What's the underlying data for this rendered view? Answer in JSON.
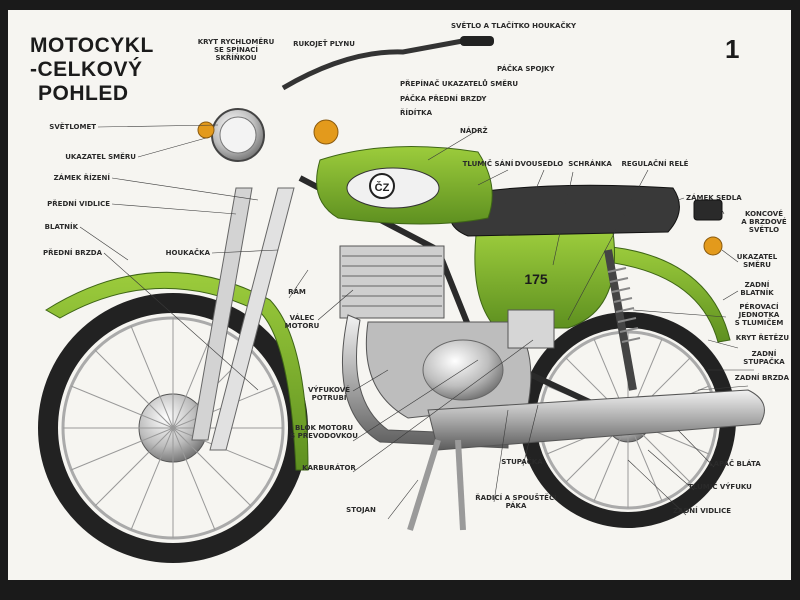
{
  "title": {
    "line1": "MOTOCYKL",
    "line2": "-CELKOVÝ",
    "line3": "POHLED"
  },
  "plate_number": "1",
  "badge": "175",
  "tank_logo": "ČZ",
  "colors": {
    "body_green": "#7db22c",
    "dark_green": "#4f7d1c",
    "paper": "#f6f5f1",
    "chrome": "#c9c9c9",
    "seat": "#3a3a3a"
  },
  "labels": {
    "kryt_rychlomeru": [
      "KRYT RYCHLOMĚRU",
      "SE SPÍNACÍ",
      "SKŘÍŇKOU"
    ],
    "rukojet_plynu": "RUKOJEŤ PLYNU",
    "svetlo_houkacka": "SVĚTLO A TLAČÍTKO HOUKAČKY",
    "packa_spojky": "PÁČKA SPOJKY",
    "prepinac_ukazatelu": "PŘEPÍNAČ UKAZATELŮ SMĚRU",
    "packa_predni_brzdy": "PÁČKA PŘEDNÍ BRZDY",
    "riditka": "ŘÍDÍTKA",
    "nadrz": "NÁDRŽ",
    "svetlomet": "SVĚTLOMET",
    "ukazatel_smeru_predni": "UKAZATEL SMĚRU",
    "zamek_rizeni": "ZÁMEK ŘÍZENÍ",
    "predni_vidlice": "PŘEDNÍ VIDLICE",
    "blatnik": "BLATNÍK",
    "predni_brzda": "PŘEDNÍ BRZDA",
    "houkacka": "HOUKAČKA",
    "ram": "RÁM",
    "valec_motoru": [
      "VÁLEC",
      "MOTORU"
    ],
    "tlumic_sani": "TLUMIČ SÁNÍ",
    "dvousedlo": "DVOUSEDLO",
    "schranka": "SCHRÁNKA",
    "regulacni_rele": "REGULAČNÍ RELÉ",
    "zamek_sedla": "ZÁMEK SEDLA",
    "koncove_svetlo": [
      "KONCOVÉ",
      "A BRZDOVÉ",
      "SVĚTLO"
    ],
    "ukazatel_smeru_zadni": [
      "UKAZATEL",
      "SMĚRU"
    ],
    "zadni_blatnik": [
      "ZADNÍ",
      "BLATNÍK"
    ],
    "perovaci_jednotka": [
      "PÉROVACÍ",
      "JEDNOTKA",
      "S TLUMIČEM"
    ],
    "kryt_retezu": "KRYT ŘETĚZU",
    "zadni_stupacka": [
      "ZADNÍ",
      "STUPAČKA"
    ],
    "zadni_brzda": "ZADNÍ BRZDA",
    "vyfukove_potrubi": [
      "VÝFUKOVÉ",
      "POTRUBÍ"
    ],
    "blok_motoru": [
      "BLOK MOTORU",
      "S PŘEVODOVKOU"
    ],
    "karburator": "KARBURÁTOR",
    "stojan": "STOJAN",
    "radici_paka": [
      "ŘADICÍ A SPOUŠTĚCÍ",
      "PÁKA"
    ],
    "stupacka": "STUPAČKA",
    "lapac_blata": "LAPAČ BLÁTA",
    "tlumic_vyfuku": "TLUMIČ VÝFUKU",
    "zadni_vidlice": "ZADNÍ VIDLICE"
  }
}
